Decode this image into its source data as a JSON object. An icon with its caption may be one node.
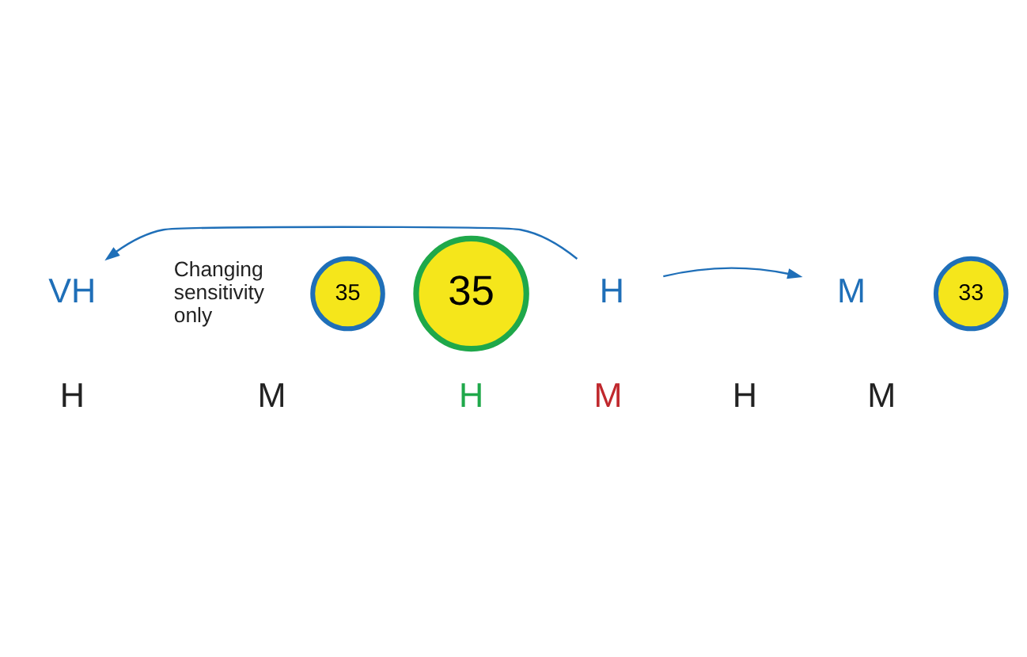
{
  "diagram": {
    "nodes": [
      {
        "text": [
          "35"
        ]
      },
      {
        "text": [
          "35"
        ]
      },
      {
        "text": [
          "VH"
        ]
      },
      {
        "text": [
          "H"
        ]
      },
      {
        "text": [
          "M"
        ]
      },
      {
        "text": [
          "33"
        ]
      }
    ],
    "edges": [
      {
        "from": 3,
        "to": 2,
        "arrow": "to"
      },
      {
        "from": 3,
        "to": 4,
        "arrow": "to"
      }
    ],
    "labels": [
      "H",
      "H",
      "H",
      "Changing sensitivity only",
      "M",
      "M",
      "M"
    ]
  }
}
